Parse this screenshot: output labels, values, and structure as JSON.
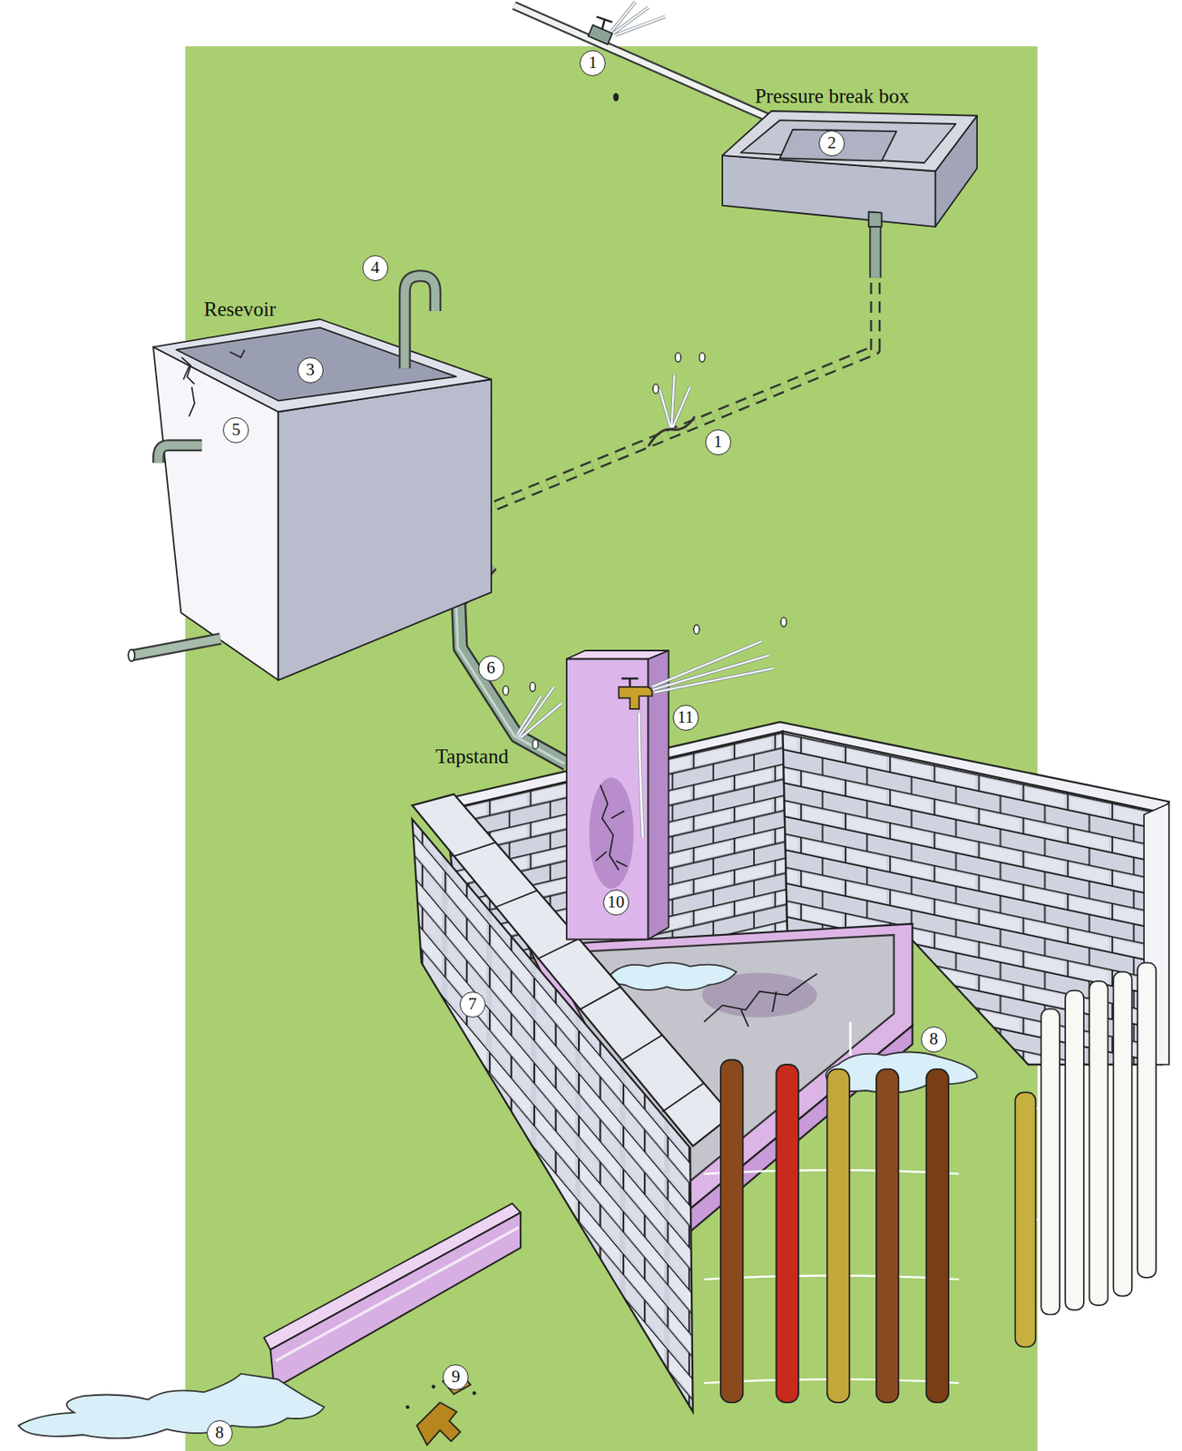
{
  "diagram": {
    "nodes": [
      {
        "text": [
          "Pressure break box"
        ]
      },
      {
        "text": [
          "Resevoir"
        ]
      },
      {
        "text": [
          "Tapstand"
        ]
      }
    ],
    "edges": [
      {
        "from": 0,
        "to": 1,
        "arrow": "none"
      },
      {
        "from": 1,
        "to": 2,
        "arrow": "none"
      }
    ],
    "labels": [
      "1",
      "2",
      "4",
      "3",
      "5",
      "1",
      "6",
      "11",
      "10",
      "7",
      "8",
      "9",
      "8"
    ]
  }
}
